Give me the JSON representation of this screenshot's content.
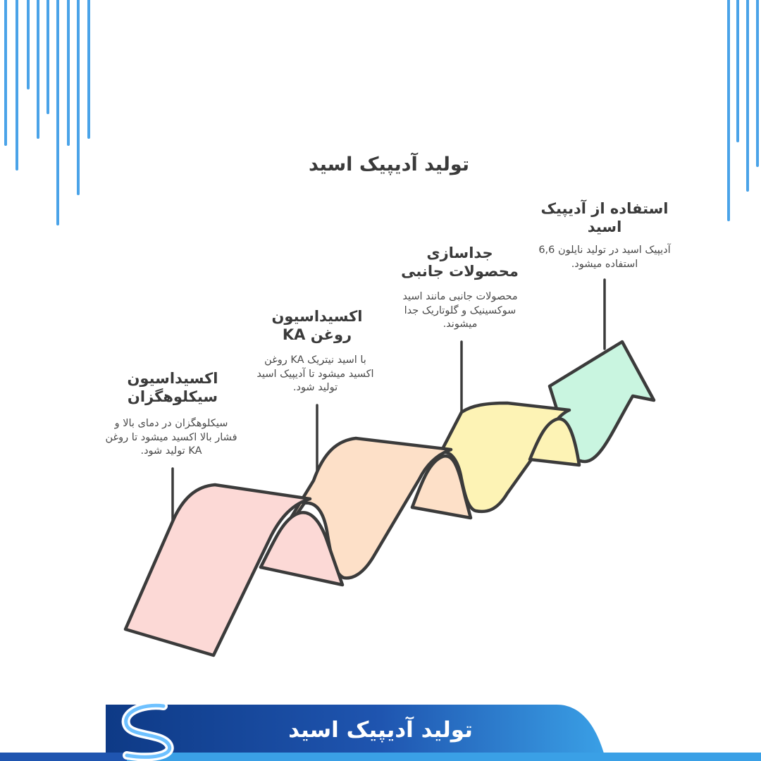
{
  "title": "تولید آدیپیک اسید",
  "steps": [
    {
      "title": "اکسیداسیون سیکلوهگزان",
      "description": "سیکلوهگزان در دمای بالا و فشار بالا اکسید میشود تا روغن KA تولید شود.",
      "color": "#fcd9d6"
    },
    {
      "title": "اکسیداسیون روغن KA",
      "description": "با اسید نیتریک KA روغن اکسید میشود تا آدیپیک اسید تولید شود.",
      "color": "#fde0c8"
    },
    {
      "title": "جداسازی محصولات جانبی",
      "description": "محصولات جانبی مانند اسید سوکسینیک و گلوتاریک جدا میشوند.",
      "color": "#fdf3b5"
    },
    {
      "title": "استفاده از آدیپیک اسید",
      "description": "آدیپیک اسید در تولید نایلون 6,6 استفاده میشود.",
      "color": "#c9f5e0"
    }
  ],
  "footer": {
    "text": "تولید آدیپیک اسید",
    "band_color": "#1f4fa3",
    "logo_icon": "s-wave-logo-icon"
  },
  "decoration": {
    "stripe_color": "#4aa3e8"
  }
}
